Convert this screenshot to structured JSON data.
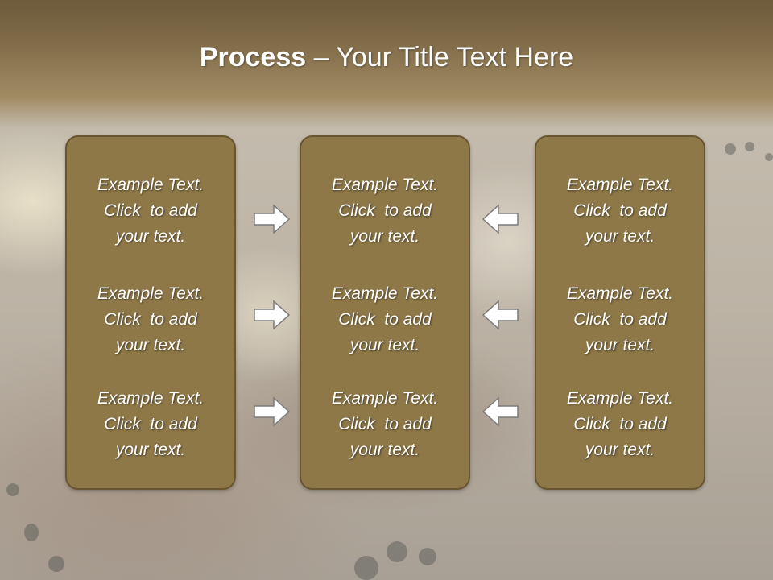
{
  "title": {
    "bold": "Process",
    "rest": " – Your Title Text Here"
  },
  "columns": [
    {
      "items": [
        {
          "line1": "Example Text.",
          "line2": "Click  to add",
          "line3": "your text."
        },
        {
          "line1": "Example Text.",
          "line2": "Click  to add",
          "line3": "your text."
        },
        {
          "line1": "Example Text.",
          "line2": "Click  to add",
          "line3": "your text."
        }
      ]
    },
    {
      "items": [
        {
          "line1": "Example Text.",
          "line2": "Click  to add",
          "line3": "your text."
        },
        {
          "line1": "Example Text.",
          "line2": "Click  to add",
          "line3": "your text."
        },
        {
          "line1": "Example Text.",
          "line2": "Click  to add",
          "line3": "your text."
        }
      ]
    },
    {
      "items": [
        {
          "line1": "Example Text.",
          "line2": "Click  to add",
          "line3": "your text."
        },
        {
          "line1": "Example Text.",
          "line2": "Click  to add",
          "line3": "your text."
        },
        {
          "line1": "Example Text.",
          "line2": "Click  to add",
          "line3": "your text."
        }
      ]
    }
  ],
  "colors": {
    "header": "#7e6a47",
    "box": "#8e7848",
    "box_border": "#6a5532",
    "arrow": "#ffffff",
    "text": "#ffffff"
  },
  "icons": {
    "left_arrows": "arrow-right-icon",
    "right_arrows": "arrow-left-icon"
  }
}
